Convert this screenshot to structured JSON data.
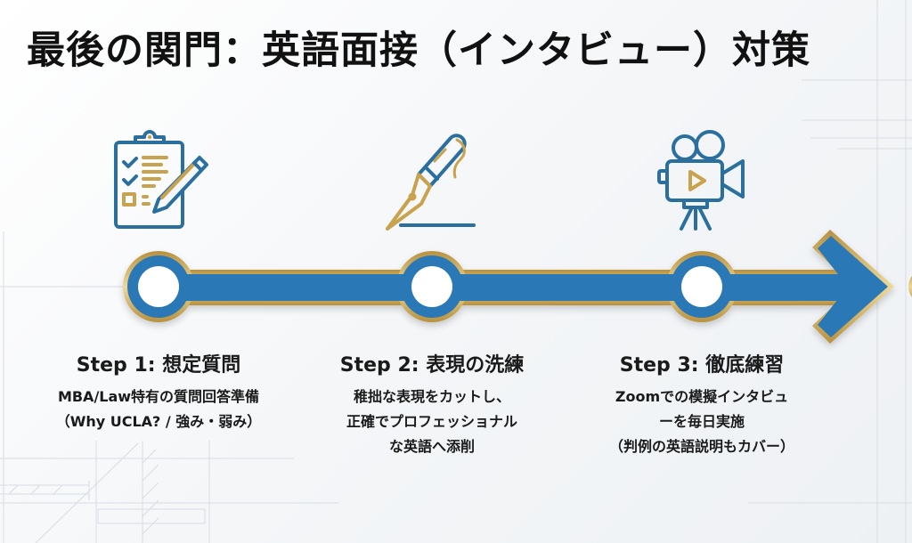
{
  "title": "最後の関門：英語面接（インタビュー）対策",
  "colors": {
    "blue": "#2a78b5",
    "gold": "#c9a24e",
    "icon_blue": "#2a6f9e",
    "icon_gold": "#c9a24e"
  },
  "steps": [
    {
      "icon": "clipboard-checklist-icon",
      "title": "Step 1: 想定質問",
      "desc": [
        "MBA/Law特有の質問回答準備",
        "（Why UCLA? / 強み・弱み）"
      ]
    },
    {
      "icon": "fountain-pen-icon",
      "title": "Step 2: 表現の洗練",
      "desc": [
        "稚拙な表現をカットし、",
        "正確でプロフェッショナル",
        "な英語へ添削"
      ]
    },
    {
      "icon": "video-camera-icon",
      "title": "Step 3: 徹底練習",
      "desc": [
        "Zoomでの模擬インタビュ",
        "ーを毎日実施",
        "（判例の英語説明もカバー）"
      ]
    }
  ]
}
